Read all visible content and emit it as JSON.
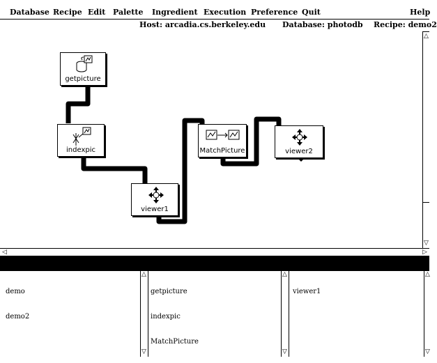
{
  "menu": {
    "items": [
      "Database",
      "Recipe",
      "Edit",
      "Palette",
      "Ingredient",
      "Execution",
      "Preference",
      "Quit"
    ],
    "help": "Help"
  },
  "info": {
    "host": "Host: arcadia.cs.berkeley.edu",
    "database": "Database: photodb",
    "recipe": "Recipe: demo2"
  },
  "nodes": {
    "getpicture": "getpicture",
    "indexpic": "indexpic",
    "viewer1": "viewer1",
    "matchpicture": "MatchPicture",
    "viewer2": "viewer2"
  },
  "lists": {
    "recipes": [
      "demo",
      "demo2"
    ],
    "ingredients": [
      "getpicture",
      "indexpic",
      "MatchPicture"
    ],
    "viewers": [
      "viewer1"
    ]
  },
  "icons": {
    "scroll_up": "triangle-up",
    "scroll_left": "triangle-left",
    "scroll_right": "triangle-right",
    "scroll_down": "triangle-down"
  }
}
